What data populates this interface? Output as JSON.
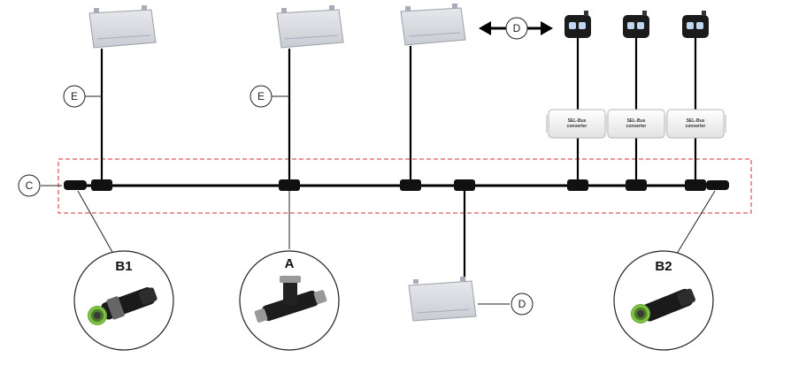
{
  "callouts": {
    "c": "C",
    "e_left": "E",
    "e_mid": "E",
    "d_top": "D",
    "d_bottom": "D"
  },
  "details": {
    "b1": "B1",
    "a": "A",
    "b2": "B2"
  },
  "converters": [
    {
      "line1": "SEL-Bus",
      "line2": "converter"
    },
    {
      "line1": "SEL-Bus",
      "line2": "converter"
    },
    {
      "line1": "SEL-Bus",
      "line2": "converter"
    }
  ],
  "colors": {
    "bus_line": "#000000",
    "termination_box": "#d32f2f",
    "device_fill": "#dcdee2",
    "connector_green": "#7cc242"
  }
}
